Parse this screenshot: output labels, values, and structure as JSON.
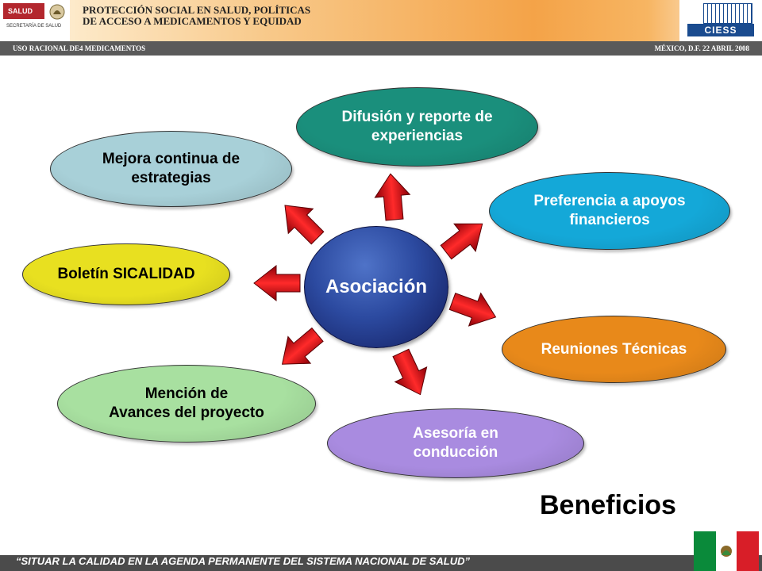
{
  "header": {
    "salud_logo": "SALUD",
    "salud_sub": "SECRETARÍA DE SALUD",
    "title_line1": "PROTECCIÓN SOCIAL EN SALUD, POLÍTICAS",
    "title_line2": "DE ACCESO A MEDICAMENTOS Y EQUIDAD",
    "ciess_logo": "CIESS"
  },
  "subbar": {
    "left": "USO RACIONAL DE4 MEDICAMENTOS",
    "right": "MÉXICO, D.F. 22 ABRIL 2008"
  },
  "diagram": {
    "center": "Asociación",
    "nodes": {
      "difusion": {
        "line1": "Difusión y reporte de",
        "line2": "experiencias",
        "color": "#1a8f7c"
      },
      "preferencia": {
        "line1": "Preferencia a apoyos",
        "line2": "financieros",
        "color": "#14a8d8"
      },
      "reuniones": {
        "line1": "Reuniones Técnicas",
        "color": "#e8891a"
      },
      "asesoria": {
        "line1": "Asesoría en",
        "line2": "conducción",
        "color": "#a98be0"
      },
      "mencion": {
        "line1": "Mención de",
        "line2": "Avances del proyecto",
        "color": "#a8e0a0"
      },
      "boletin": {
        "line1": "Boletín SICALIDAD",
        "color": "#e8e020"
      },
      "mejora": {
        "line1": "Mejora continua de",
        "line2": "estrategias",
        "color": "#a8d0d8"
      }
    },
    "arrow_color": "#e0141e"
  },
  "beneficios": "Beneficios",
  "footer": {
    "text": "“SITUAR LA CALIDAD EN LA AGENDA PERMANENTE DEL SISTEMA NACIONAL DE SALUD”"
  }
}
